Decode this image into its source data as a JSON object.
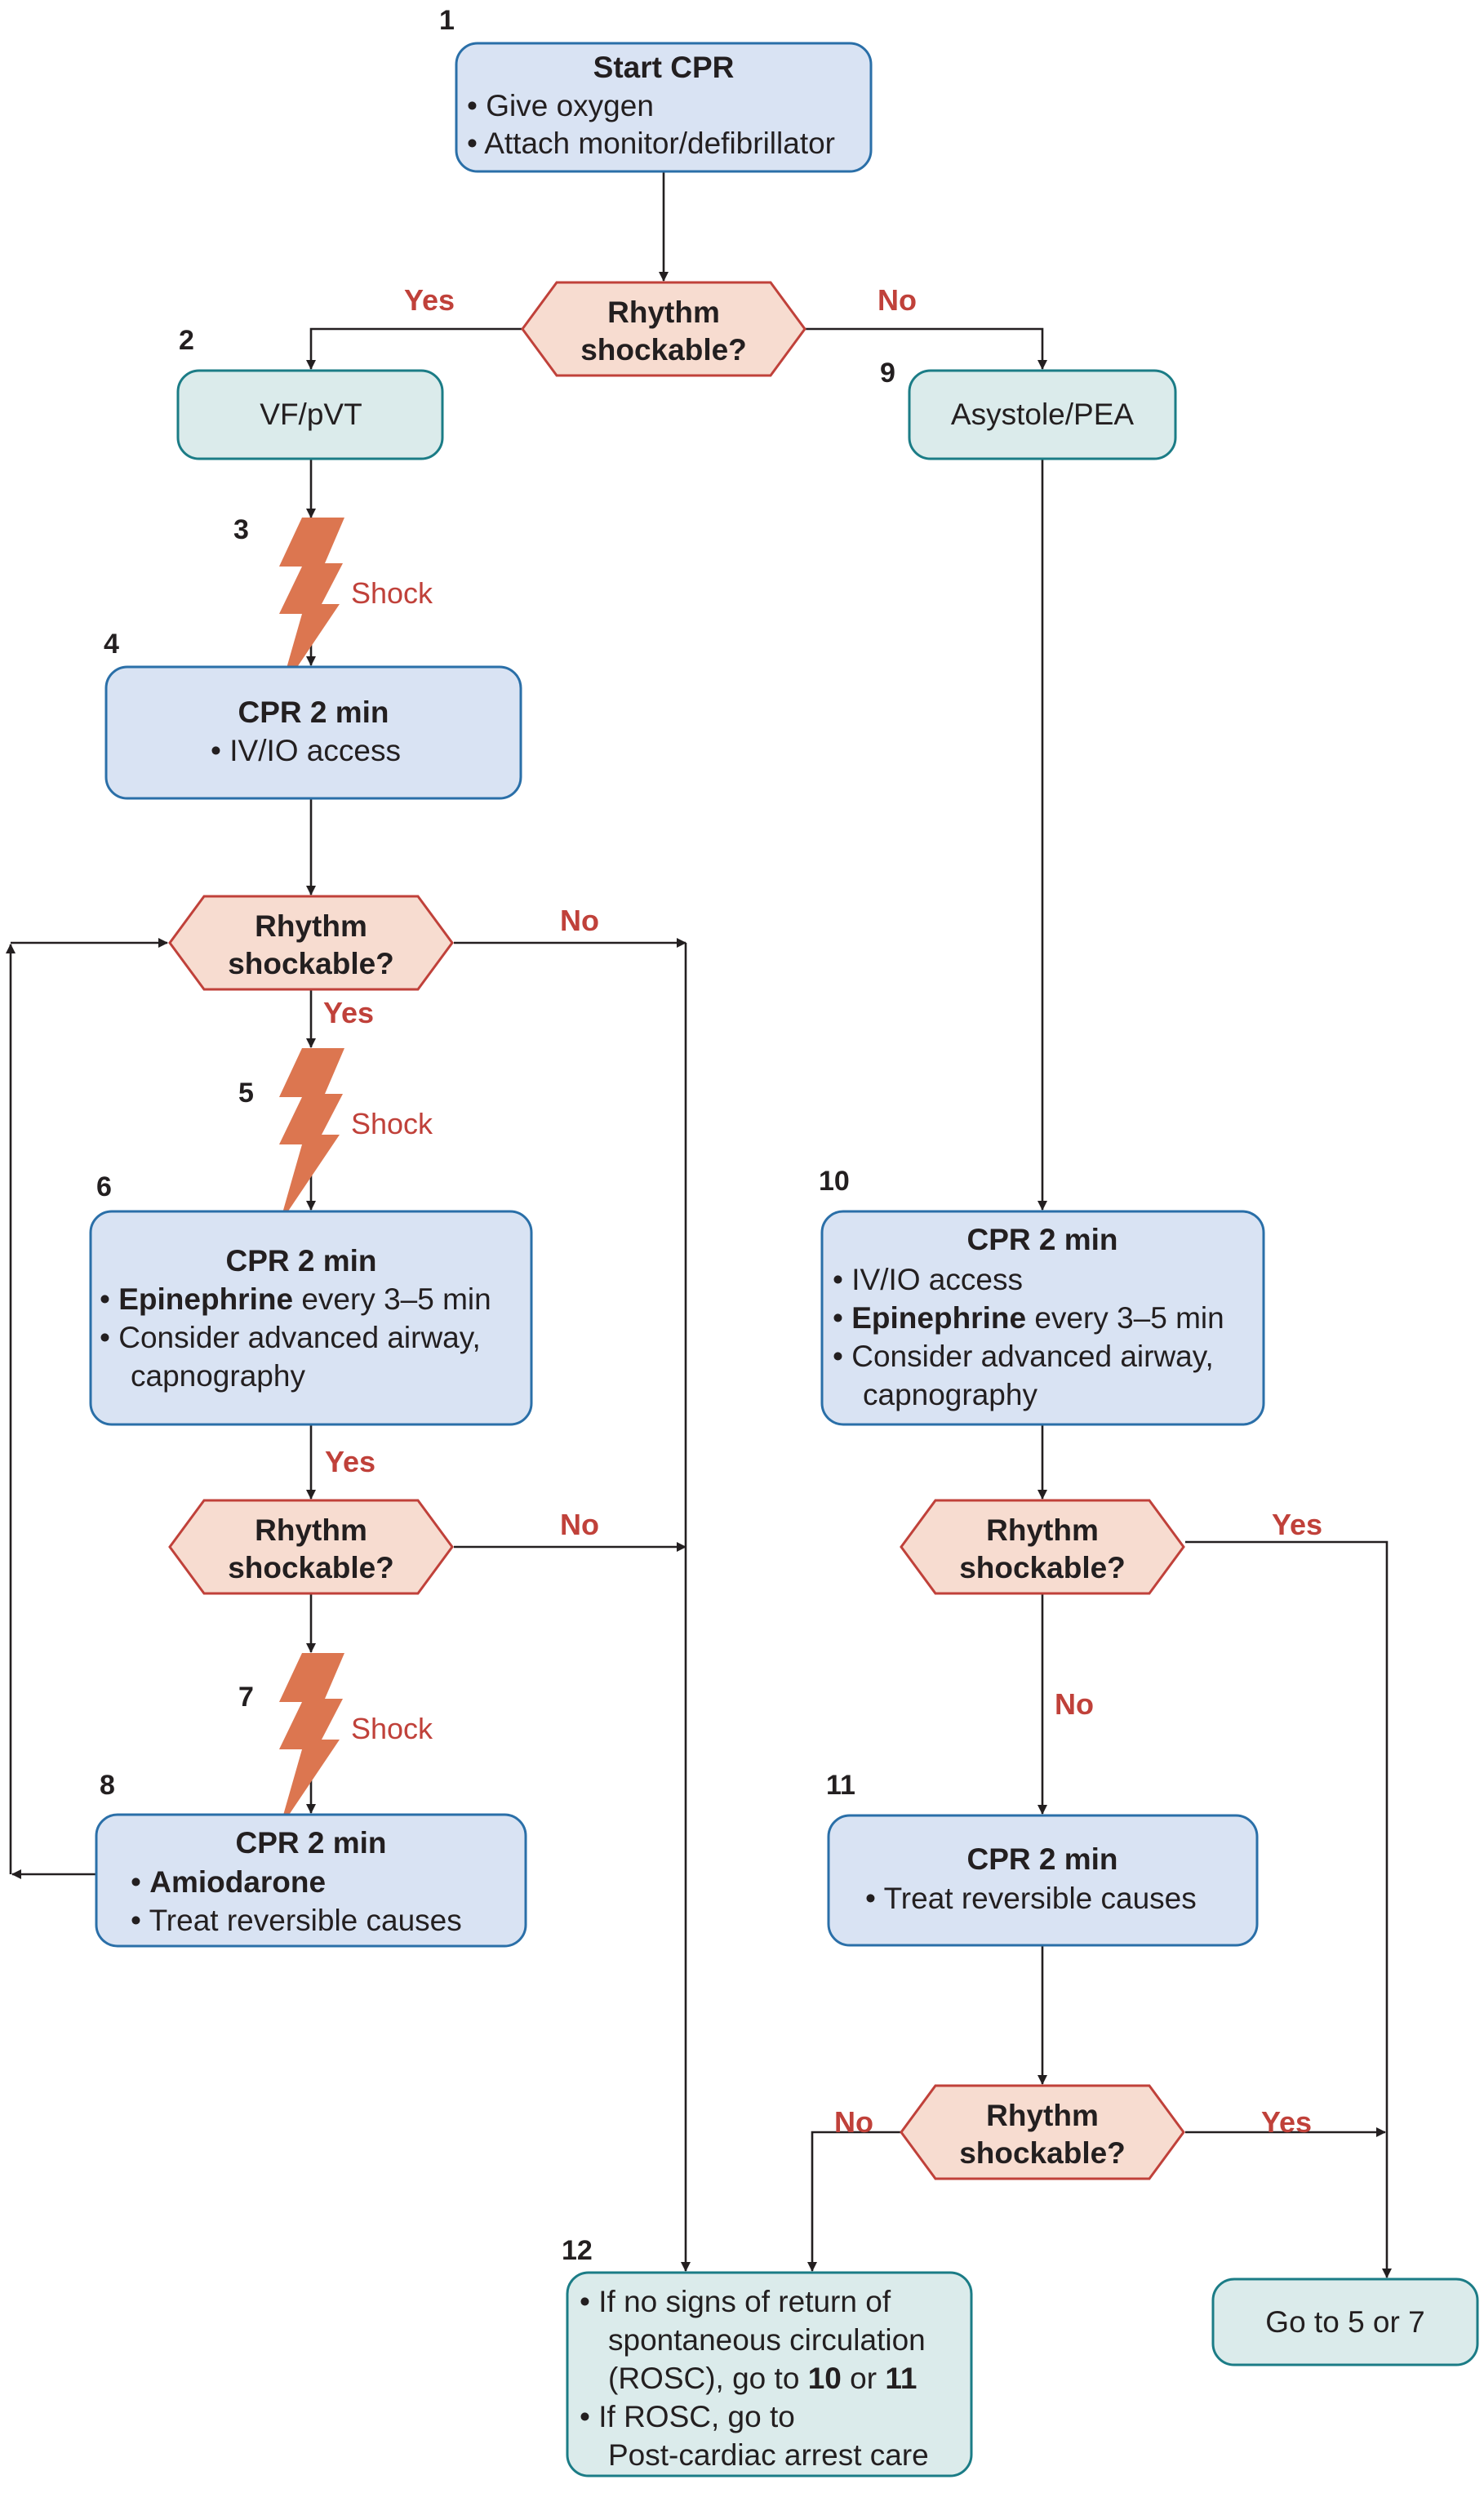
{
  "diagram": {
    "colors": {
      "action_box_fill": "#d9e3f3",
      "action_box_border": "#2a6fa8",
      "rhythm_box_fill": "#dbebeb",
      "rhythm_box_border": "#1b7c86",
      "decision_fill": "#f7dcd0",
      "decision_border": "#c0413a",
      "shock_icon": "#dc7650",
      "label_red": "#c0413a"
    },
    "nodes": {
      "n1": {
        "step": "1",
        "title": "Start CPR",
        "bullets": [
          "Give oxygen",
          "Attach monitor/defibrillator"
        ]
      },
      "n2": {
        "step": "2",
        "text": "VF/pVT"
      },
      "n3": {
        "step": "3",
        "label": "Shock"
      },
      "n4": {
        "step": "4",
        "title": "CPR 2 min",
        "bullets": [
          "IV/IO access"
        ]
      },
      "n5": {
        "step": "5",
        "label": "Shock"
      },
      "n6": {
        "step": "6",
        "title": "CPR 2 min",
        "bullets": [
          {
            "bold": "Epinephrine",
            "rest": " every 3–5 min"
          },
          {
            "text": "Consider advanced airway,"
          },
          {
            "text": "capnography",
            "continuation": true
          }
        ]
      },
      "n7": {
        "step": "7",
        "label": "Shock"
      },
      "n8": {
        "step": "8",
        "title": "CPR 2 min",
        "bullets": [
          {
            "bold": "Amiodarone"
          },
          {
            "text": "Treat reversible causes"
          }
        ]
      },
      "n9": {
        "step": "9",
        "text": "Asystole/PEA"
      },
      "n10": {
        "step": "10",
        "title": "CPR 2 min",
        "bullets": [
          {
            "text": "IV/IO access"
          },
          {
            "bold": "Epinephrine",
            "rest": " every 3–5 min"
          },
          {
            "text": "Consider advanced airway,"
          },
          {
            "text": "capnography",
            "continuation": true
          }
        ]
      },
      "n11": {
        "step": "11",
        "title": "CPR 2 min",
        "bullets": [
          "Treat reversible causes"
        ]
      },
      "n12": {
        "step": "12",
        "lines": [
          {
            "bullet": true,
            "text": "If no signs of return of"
          },
          {
            "text": "spontaneous circulation"
          },
          {
            "parts": [
              {
                "t": "(ROSC), go to "
              },
              {
                "t": "10",
                "b": true
              },
              {
                "t": " or "
              },
              {
                "t": "11",
                "b": true
              }
            ]
          },
          {
            "bullet": true,
            "text": "If ROSC, go to"
          },
          {
            "text": "Post-cardiac arrest care"
          }
        ]
      },
      "goto": {
        "text": "Go to 5 or 7"
      }
    },
    "decisions": {
      "d1": {
        "line1": "Rhythm",
        "line2": "shockable?",
        "yes": "Yes",
        "no": "No"
      },
      "d2": {
        "line1": "Rhythm",
        "line2": "shockable?",
        "yes": "Yes",
        "no": "No"
      },
      "d3": {
        "line1": "Rhythm",
        "line2": "shockable?",
        "yes": "Yes",
        "no": "No"
      },
      "d4": {
        "line1": "Rhythm",
        "line2": "shockable?",
        "yes": "Yes",
        "no": "No"
      },
      "d5": {
        "line1": "Rhythm",
        "line2": "shockable?",
        "yes": "Yes",
        "no": "No"
      }
    }
  }
}
